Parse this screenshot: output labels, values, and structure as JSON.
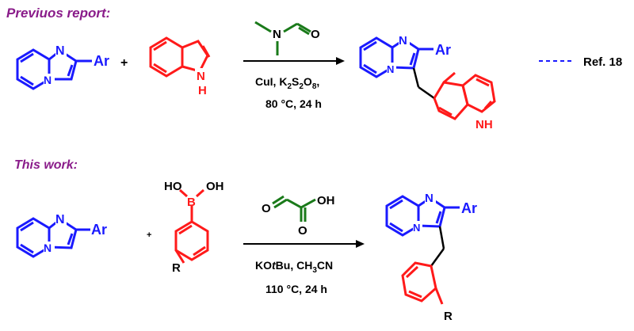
{
  "colors": {
    "heading": "#8a1c8a",
    "substrate": "#1a1aff",
    "coupling_partner": "#ff1a1a",
    "reagent": "#1a7a1a",
    "text": "#000000",
    "ref_line": "#1a1aff"
  },
  "previous": {
    "heading": "Previuos report:",
    "substrate_label": "Ar",
    "plus": "+",
    "indole_nh": "N",
    "indole_h": "H",
    "dmf_n": "N",
    "dmf_o": "O",
    "conditions_line1": "CuI, K",
    "k_sub": "2",
    "s_label": "S",
    "s_sub": "2",
    "o_label": "O",
    "o_sub": "8",
    "o_tail": ",",
    "conditions_line2": "80 °C, 24 h",
    "product_ar": "Ar",
    "product_nh": "NH",
    "ref": "Ref. 18"
  },
  "current": {
    "heading": "This work:",
    "substrate_label": "Ar",
    "plus": "+",
    "boronic_ho": "HO",
    "boronic_oh": "OH",
    "boronic_b": "B",
    "r_label": "R",
    "glyox_o1": "O",
    "glyox_o2": "O",
    "glyox_oh": "OH",
    "conditions_line1_a": "KO",
    "conditions_line1_b": "t",
    "conditions_line1_c": "Bu, CH",
    "ch3_sub": "3",
    "conditions_line1_d": "CN",
    "conditions_line2": "110 °C, 24 h",
    "product_ar": "Ar",
    "product_r": "R"
  },
  "ring_atoms": {
    "imine_n": "N",
    "bridge_n": "N"
  }
}
